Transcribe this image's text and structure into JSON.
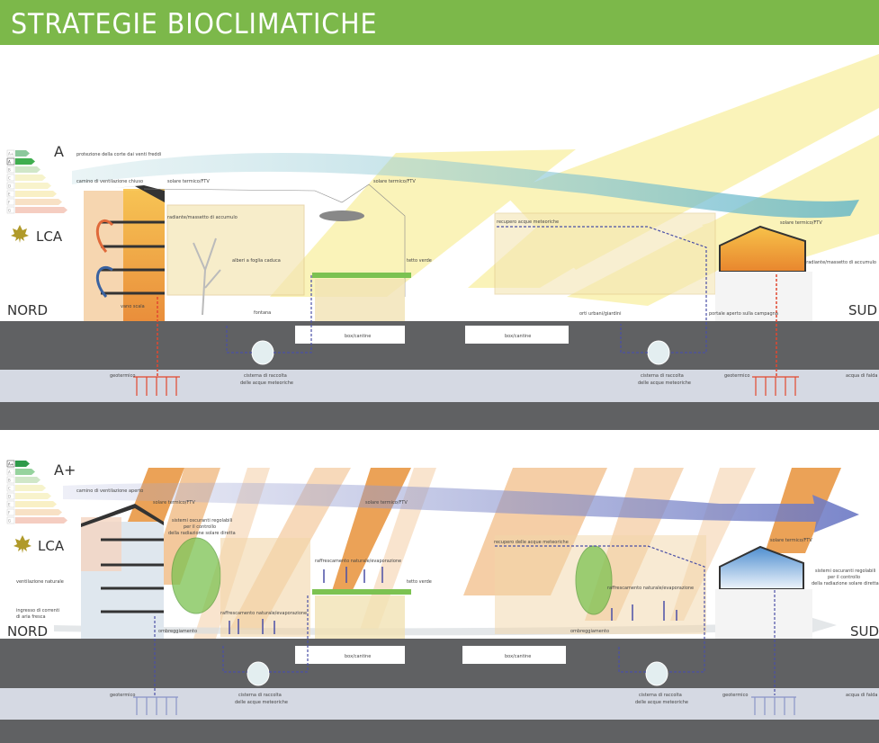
{
  "header": {
    "title": "STRATEGIE BIOCLIMATICHE",
    "accent": "#7cb84a"
  },
  "energy_classes": [
    "A+",
    "A",
    "B",
    "C",
    "D",
    "E",
    "F",
    "G"
  ],
  "colors": {
    "ground": "#606163",
    "water_table": "#d5d9e3",
    "sun_summer": "#f6ea80",
    "sun_winter": "#e8923a",
    "heat": "#e2472e",
    "water": "#4a4fa6",
    "green": "#7cc251"
  },
  "top": {
    "class": "A",
    "lca": "LCA",
    "north": "NORD",
    "south": "SUD",
    "labels": {
      "wind_protection": "protezione della corte dai venti freddi",
      "chimney": "camino di ventilazione chiuso",
      "solar1": "solare termico/FTV",
      "solar2": "solare termico/FTV",
      "solar3": "solare termico/FTV",
      "radiant1": "radiante/massetto di accumulo",
      "radiant2": "radiante/massetto di accumulo",
      "trees": "alberi a foglia caduca",
      "green_roof": "tetto verde",
      "stairwell": "vano scala",
      "fountain": "fontana",
      "box1": "box/cantine",
      "box2": "box/cantine",
      "geo1": "geotermico",
      "geo2": "geotermico",
      "cistern1_a": "cisterna di raccolta",
      "cistern1_b": "delle acque meteoriche",
      "cistern2_a": "cisterna di raccolta",
      "cistern2_b": "delle acque meteoriche",
      "rainwater": "recupero acque meteoriche",
      "gardens": "orti urbani/giardini",
      "portal": "portale aperto sulla campagna",
      "groundwater": "acqua di falda"
    }
  },
  "bottom": {
    "class": "A+",
    "lca": "LCA",
    "north": "NORD",
    "south": "SUD",
    "labels": {
      "chimney": "camino di ventilazione aperto",
      "solar1": "solare termico/FTV",
      "solar2": "solare termico/FTV",
      "solar3": "solare termico/FTV",
      "shading1_a": "sistemi oscuranti regolabili",
      "shading1_b": "per il controllo",
      "shading1_c": "della radiazione solare diretta",
      "shading2_a": "sistemi oscuranti regolabili",
      "shading2_b": "per il controllo",
      "shading2_c": "della radiazione solare diretta",
      "cooling1": "raffrescamento naturale/evaporazione",
      "cooling2": "raffrescamento naturale/evaporazione",
      "cooling3": "raffrescamento naturale/evaporazione",
      "green_roof": "tetto verde",
      "natural_vent": "ventilazione naturale",
      "fresh_air_a": "ingresso di correnti",
      "fresh_air_b": "di aria fresca",
      "shade1": "ombreggiamento",
      "shade2": "ombreggiamento",
      "box1": "box/cantine",
      "box2": "box/cantine",
      "geo1": "geotermico",
      "geo2": "geotermico",
      "cistern1_a": "cisterna di raccolta",
      "cistern1_b": "delle acque meteoriche",
      "cistern2_a": "cisterna di raccolta",
      "cistern2_b": "delle acque meteoriche",
      "rainwater": "recupero delle acque meteoriche",
      "groundwater": "acqua di falda"
    }
  }
}
